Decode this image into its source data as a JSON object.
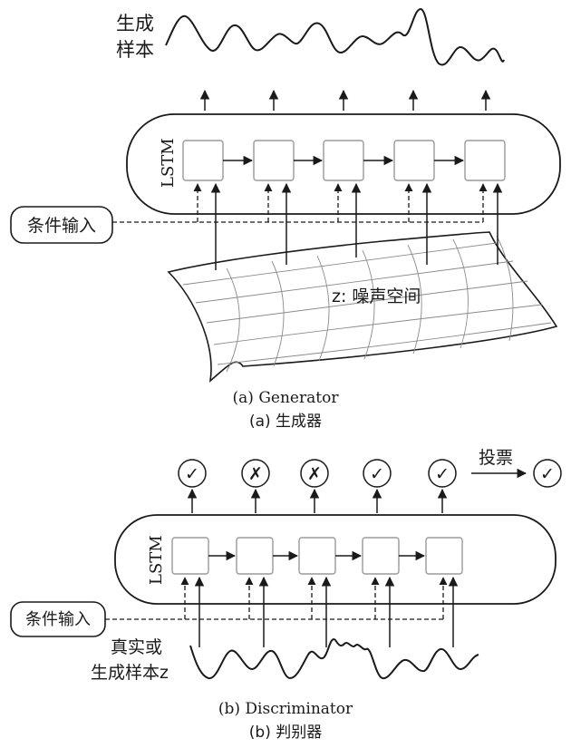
{
  "generator": {
    "output_label_line1": "生成",
    "output_label_line2": "样本",
    "lstm_label": "LSTM",
    "condition_label": "条件输入",
    "noise_label": "z: 噪声空间",
    "caption_en": "(a) Generator",
    "caption_zh": "(a) 生成器"
  },
  "discriminator": {
    "lstm_label": "LSTM",
    "condition_label": "条件输入",
    "input_label_line1": "真实或",
    "input_label_line2": "生成样本z",
    "vote_label": "投票",
    "decisions": [
      "✓",
      "✗",
      "✗",
      "✓",
      "✓"
    ],
    "final_decision": "✓",
    "caption_en": "(b) Discriminator",
    "caption_zh": "(b) 判别器"
  },
  "colors": {
    "stroke": "#1a1a1a",
    "cell_border": "#9a9a9a",
    "grid": "#8a8a8a"
  }
}
